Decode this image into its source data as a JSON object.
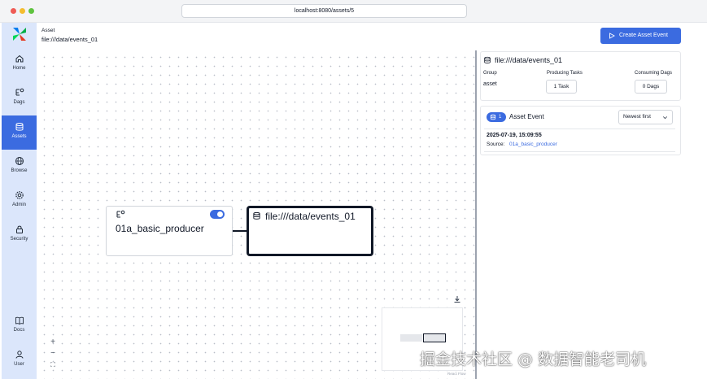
{
  "browser": {
    "url": "localhost:8080/assets/5"
  },
  "sidebar": {
    "items": [
      {
        "label": "Home",
        "icon": "home-icon"
      },
      {
        "label": "Dags",
        "icon": "dags-icon"
      },
      {
        "label": "Assets",
        "icon": "database-icon",
        "active": true
      },
      {
        "label": "Browse",
        "icon": "globe-icon"
      },
      {
        "label": "Admin",
        "icon": "gear-icon"
      },
      {
        "label": "Security",
        "icon": "lock-icon"
      },
      {
        "label": "Docs",
        "icon": "book-icon"
      },
      {
        "label": "User",
        "icon": "user-icon"
      }
    ]
  },
  "header": {
    "kicker": "Asset",
    "title": "file:///data/events_01",
    "create_button": "Create Asset Event"
  },
  "graph": {
    "dag_node": {
      "name": "01a_basic_producer",
      "toggle_on": true
    },
    "asset_node": {
      "name": "file:///data/events_01"
    },
    "attribution": "React Flow",
    "zoom_in": "+",
    "zoom_out": "−",
    "fit": "⛶"
  },
  "details": {
    "title": "file:///data/events_01",
    "group_label": "Group",
    "group_value": "asset",
    "producing_label": "Producing Tasks",
    "producing_value": "1 Task",
    "consuming_label": "Consuming Dags",
    "consuming_value": "0 Dags"
  },
  "events": {
    "count": "1",
    "title": "Asset Event",
    "sort": "Newest first",
    "items": [
      {
        "time": "2025-07-19, 15:09:55",
        "source_label": "Source:",
        "source": "01a_basic_producer"
      }
    ]
  },
  "watermark": "掘金技术社区 @ 数据智能老司机",
  "colors": {
    "accent": "#3b6be0",
    "sidebar": "#dbe6fb"
  }
}
